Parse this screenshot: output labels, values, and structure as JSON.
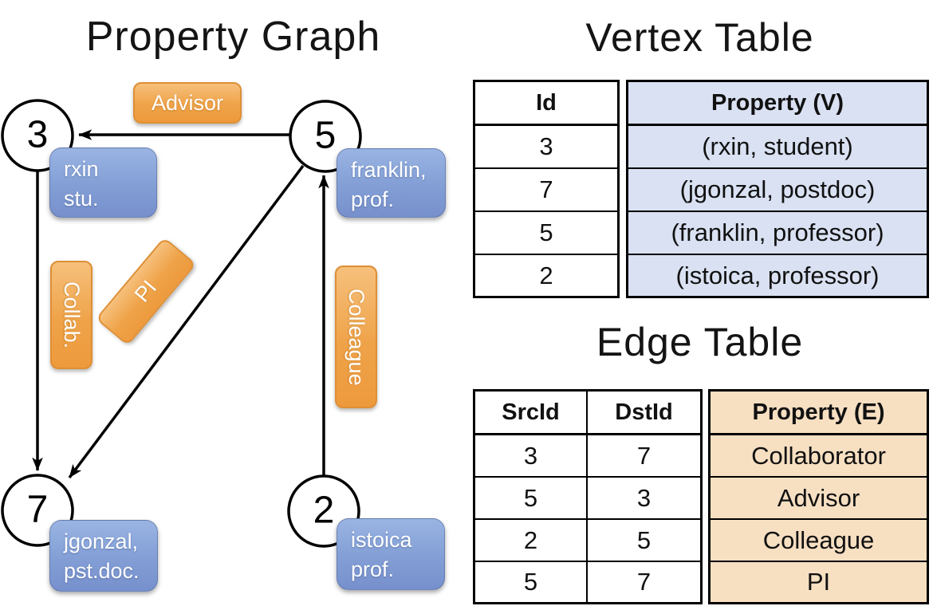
{
  "colors": {
    "orange_label": "#EE9C3E",
    "blue_label": "#7A94D0",
    "vertex_property_fill": "#D9E1F2",
    "edge_property_fill": "#F7DFC2",
    "line": "#000000"
  },
  "graph": {
    "title": "Property Graph",
    "nodes": [
      {
        "id": "3",
        "property_line1": "rxin",
        "property_line2": "stu."
      },
      {
        "id": "5",
        "property_line1": "franklin,",
        "property_line2": "prof."
      },
      {
        "id": "7",
        "property_line1": "jgonzal,",
        "property_line2": "pst.doc."
      },
      {
        "id": "2",
        "property_line1": "istoica",
        "property_line2": "prof."
      }
    ],
    "edge_labels": {
      "advisor": "Advisor",
      "collab": "Collab.",
      "pi": "PI",
      "colleague": "Colleague"
    }
  },
  "vertex_table": {
    "title": "Vertex Table",
    "headers": {
      "id": "Id",
      "property": "Property (V)"
    },
    "rows": [
      {
        "id": "3",
        "property": "(rxin, student)"
      },
      {
        "id": "7",
        "property": "(jgonzal, postdoc)"
      },
      {
        "id": "5",
        "property": "(franklin, professor)"
      },
      {
        "id": "2",
        "property": "(istoica, professor)"
      }
    ]
  },
  "edge_table": {
    "title": "Edge Table",
    "headers": {
      "src": "SrcId",
      "dst": "DstId",
      "property": "Property (E)"
    },
    "rows": [
      {
        "src": "3",
        "dst": "7",
        "property": "Collaborator"
      },
      {
        "src": "5",
        "dst": "3",
        "property": "Advisor"
      },
      {
        "src": "2",
        "dst": "5",
        "property": "Colleague"
      },
      {
        "src": "5",
        "dst": "7",
        "property": "PI"
      }
    ]
  }
}
